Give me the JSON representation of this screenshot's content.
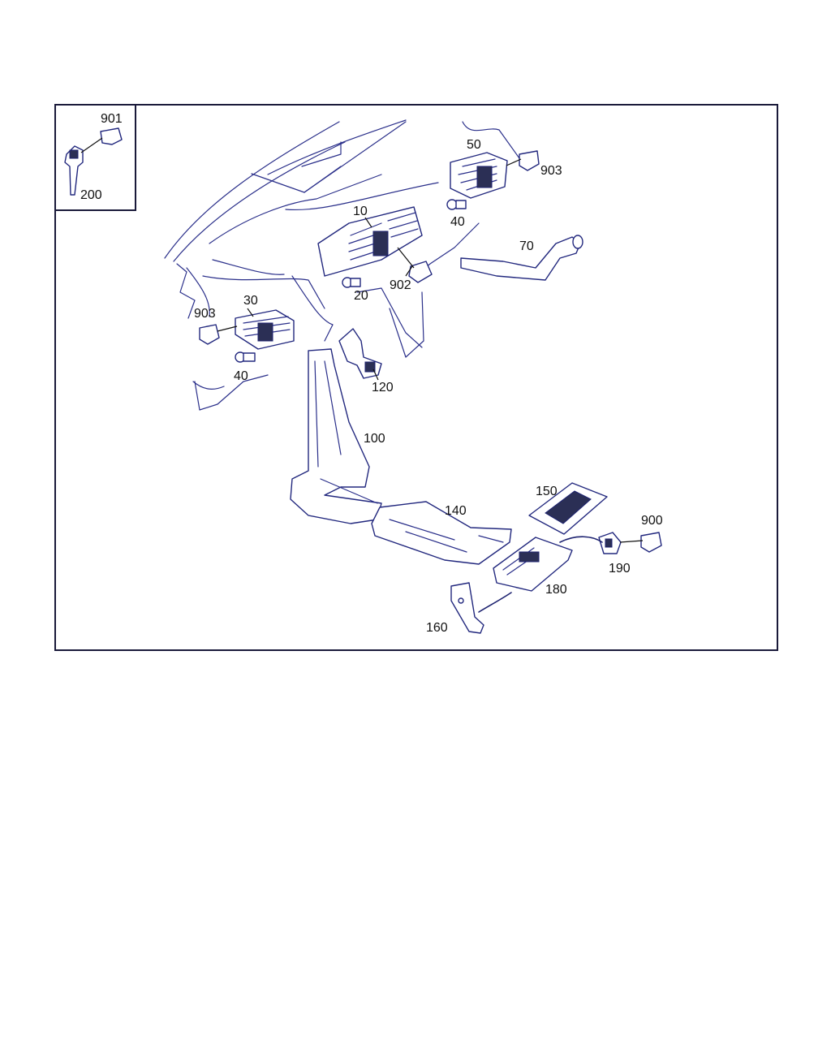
{
  "diagram": {
    "colors": {
      "line": "#2a2f8a",
      "frame": "#1a1a3a",
      "label": "#111111"
    },
    "callouts": {
      "c901": "901",
      "c200": "200",
      "c50": "50",
      "c903a": "903",
      "c40a": "40",
      "c10": "10",
      "c70": "70",
      "c902": "902",
      "c20": "20",
      "c30": "30",
      "c903b": "903",
      "c40b": "40",
      "c120": "120",
      "c100": "100",
      "c150": "150",
      "c140": "140",
      "c900": "900",
      "c190": "190",
      "c180": "180",
      "c160": "160"
    }
  }
}
